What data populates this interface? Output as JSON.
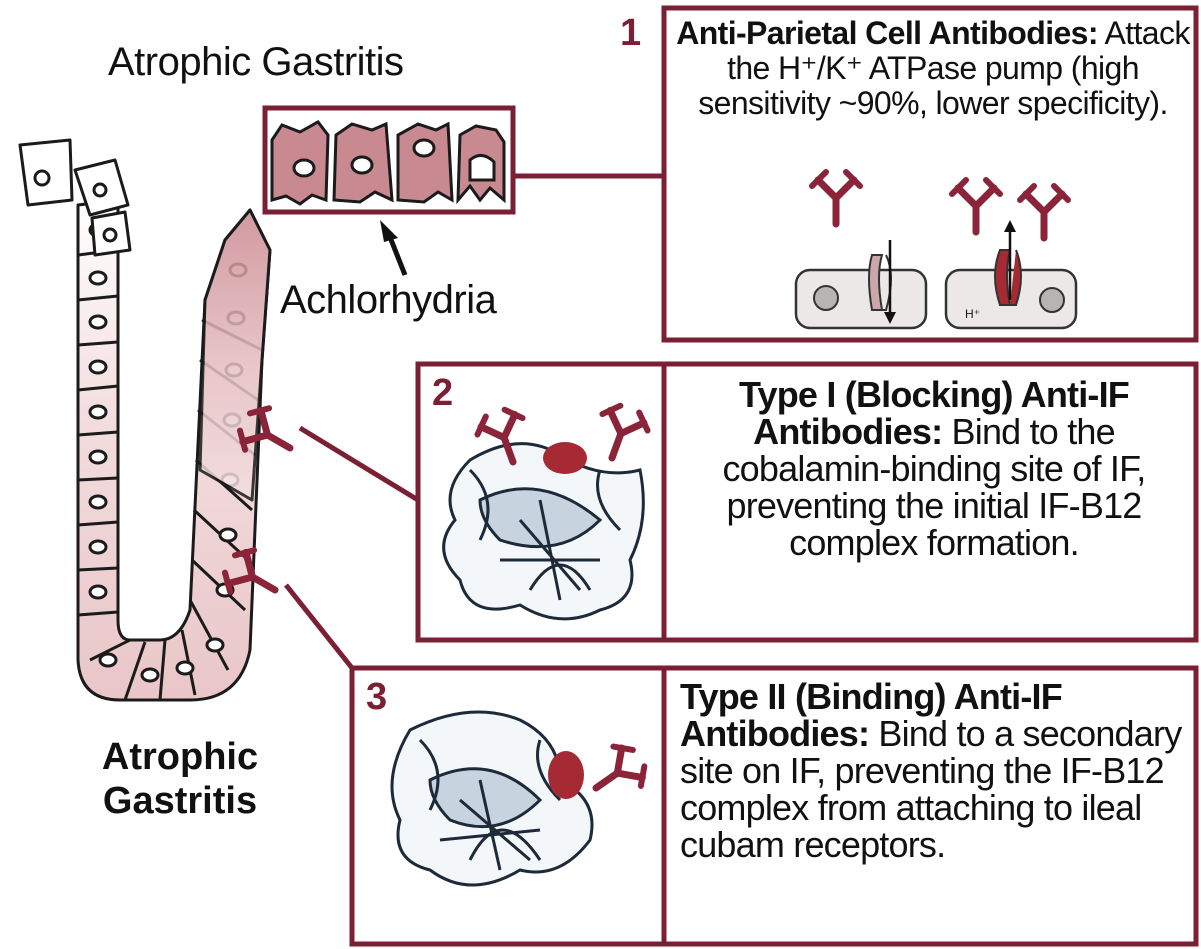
{
  "titles": {
    "top": "Atrophic Gastritis",
    "bottom_line1": "Atrophic",
    "bottom_line2": "Gastritis",
    "achlorhydria": "Achlorhydria"
  },
  "panels": [
    {
      "number": "1",
      "heading": "Anti-Parietal Cell Antibodies:",
      "body": "Attack the H⁺/K⁺ ATPase pump (high sensitivity ~90%, lower specificity).",
      "inset_label": "H⁺"
    },
    {
      "number": "2",
      "heading": "Type I (Blocking) Anti-IF Antibodies:",
      "body": "Bind to the cobalamin-binding site of IF, preventing the initial IF-B12 complex formation."
    },
    {
      "number": "3",
      "heading": "Type II (Binding) Anti-IF Antibodies:",
      "body": "Bind to a secondary site on IF, preventing the IF-B12 complex from attaching to ileal cubam receptors."
    }
  ],
  "colors": {
    "frame": "#7a1f34",
    "antibody": "#8b2438",
    "cell_fill_light": "#f6e3e4",
    "cell_fill_dark": "#d29aa0",
    "protein_fill": "#c7d3df",
    "protein_stroke": "#1d2a3a",
    "b12": "#a52a34"
  },
  "icons": [
    "antibody-icon",
    "proton-pump-icon",
    "intrinsic-factor-protein-icon",
    "b12-molecule-icon",
    "gastric-gland-icon",
    "arrow-icon"
  ]
}
